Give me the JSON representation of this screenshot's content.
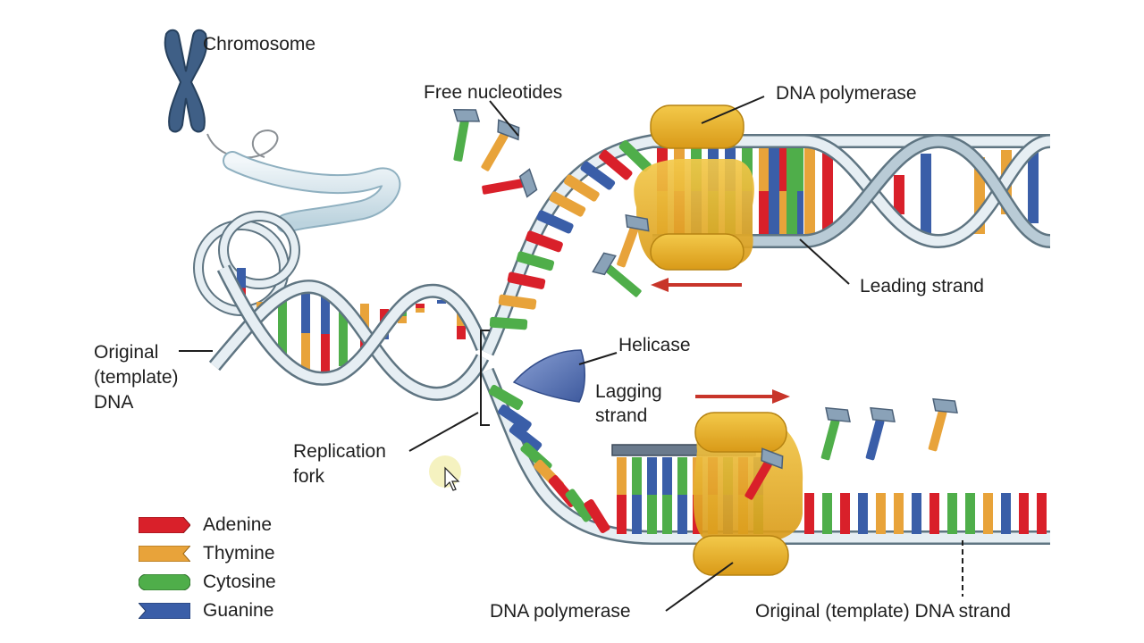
{
  "labels": {
    "chromosome": "Chromosome",
    "free_nucleotides": "Free nucleotides",
    "dna_polymerase_top": "DNA polymerase",
    "leading_strand": "Leading strand",
    "original_template_dna": [
      "Original",
      "(template)",
      "DNA"
    ],
    "helicase": "Helicase",
    "lagging_strand": [
      "Lagging",
      "strand"
    ],
    "replication_fork": [
      "Replication",
      "fork"
    ],
    "dna_polymerase_bottom": "DNA polymerase",
    "original_template_strand": "Original (template) DNA strand"
  },
  "legend": [
    {
      "name": "Adenine",
      "color": "#d9202a"
    },
    {
      "name": "Thymine",
      "color": "#e8a33a"
    },
    {
      "name": "Cytosine",
      "color": "#4fae4a"
    },
    {
      "name": "Guanine",
      "color": "#3a5ea8"
    }
  ],
  "colors": {
    "backbone": "#e6eef3",
    "backbone_outline": "#5f7582",
    "chromosome": "#3f5f86",
    "polymerase": "#e9b42a",
    "helicase": "#5a74b5",
    "arrow": "#c8352a"
  }
}
